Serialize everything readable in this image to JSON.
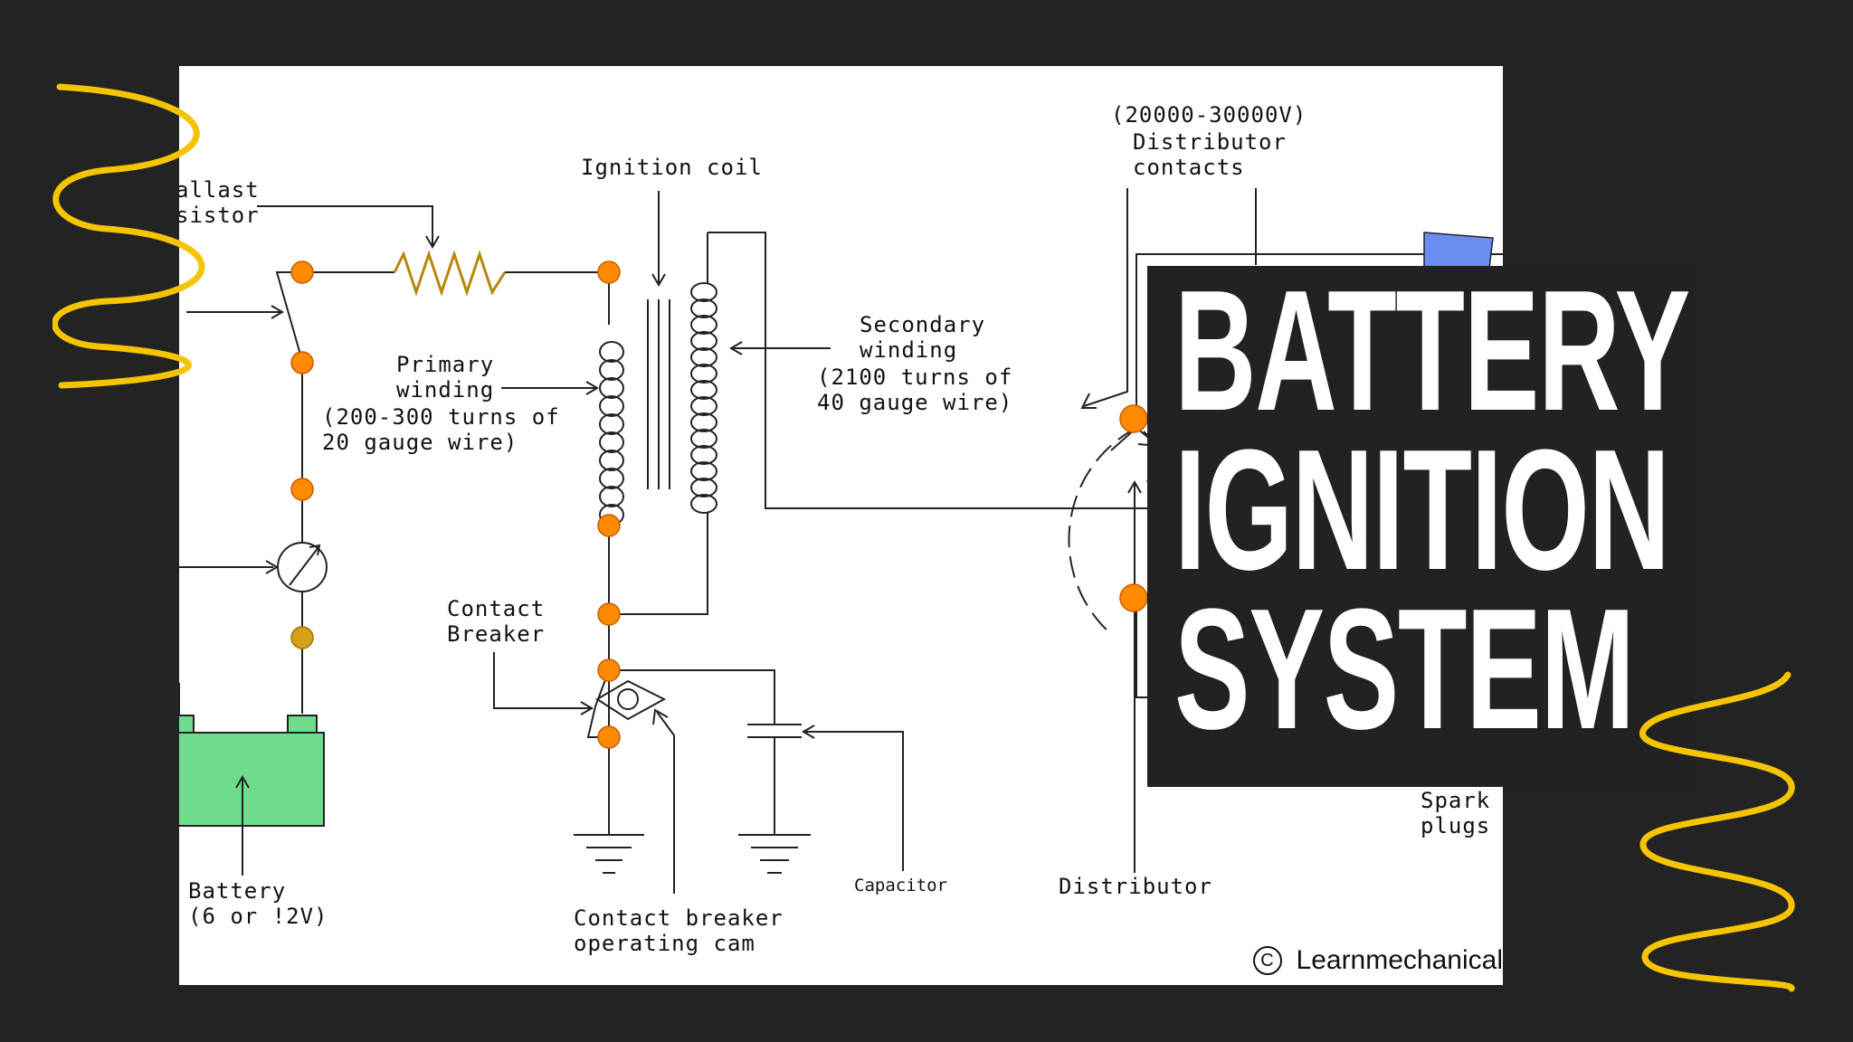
{
  "title": {
    "line1": "BATTERY",
    "line2": "IGNITION",
    "line3": "SYSTEM"
  },
  "diagram": {
    "ballast_resistor": [
      "allast",
      "sistor"
    ],
    "ignition_coil": "Ignition coil",
    "primary_winding": [
      "Primary",
      "winding",
      "(200-300 turns of",
      "20 gauge wire)"
    ],
    "secondary_winding": [
      "Secondary",
      "winding",
      "(2100 turns of",
      "40 gauge wire)"
    ],
    "voltage": "(20000-30000V)",
    "distributor_contacts": [
      "Distributor",
      "contacts"
    ],
    "contact_breaker": [
      "Contact",
      "Breaker"
    ],
    "battery": [
      "Battery",
      "(6 or !2V)"
    ],
    "contact_breaker_cam": [
      "Contact breaker",
      "operating cam"
    ],
    "capacitor": "Capacitor",
    "distributor": "Distributor",
    "spark_plugs": [
      "Spark",
      "plugs"
    ]
  },
  "watermark": {
    "symbol": "C",
    "text": "Learnmechanical"
  },
  "colors": {
    "background": "#232323",
    "accent_squiggle": "#f5c400",
    "node": "#ff8a00",
    "battery": "#6fdc8c",
    "resistor": "#b8860b",
    "title_bg": "#222222",
    "title_text": "#ffffff",
    "spark_plug": "#6b8cf0"
  }
}
